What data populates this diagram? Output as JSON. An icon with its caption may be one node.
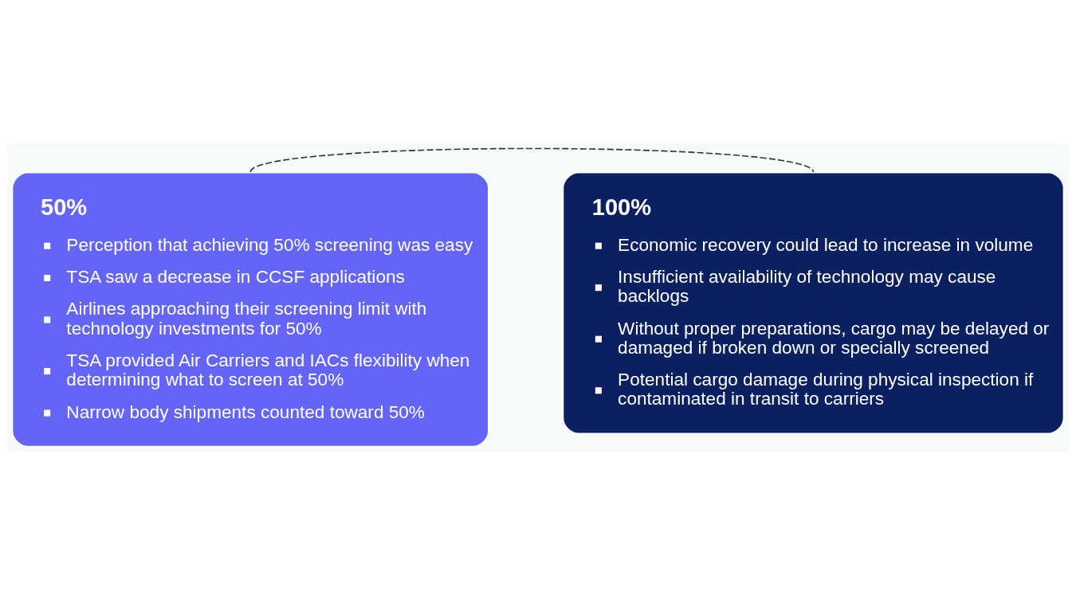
{
  "diagram": {
    "nodes": [
      {
        "text": [
          "50%",
          "Perception that achieving 50% screening was easy",
          "TSA saw a decrease in CCSF applications",
          "Airlines approaching their screening limit with technology investments for 50%",
          "TSA provided Air Carriers and IACs flexibility when determining what to screen at 50%",
          "Narrow body shipments counted toward 50%"
        ]
      },
      {
        "text": [
          "100%",
          "Economic recovery could lead to increase in volume",
          "Insufficient availability of technology may cause backlogs",
          "Without proper preparations, cargo may be delayed or damaged if broken down or specially screened",
          "Potential cargo damage during physical inspection if contaminated in transit to carriers"
        ]
      }
    ],
    "edges": [
      {
        "from": 0,
        "to": 1,
        "arrow": "none",
        "style": "dashed"
      }
    ]
  }
}
